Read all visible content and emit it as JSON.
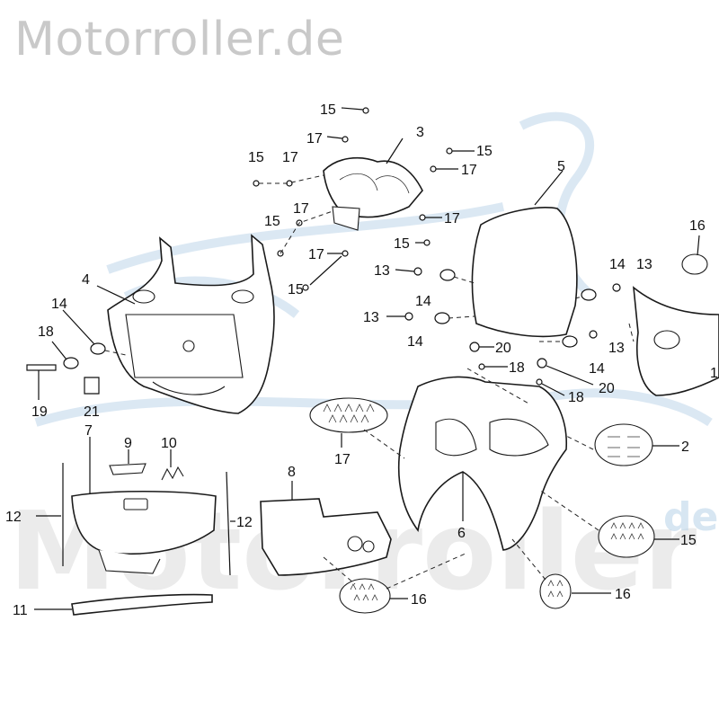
{
  "site_title": "Motorroller.de",
  "watermark_text": "Motorroller",
  "watermark_small": "de",
  "colors": {
    "title_gray": "#c9c9c9",
    "watermark_blue": "#bdd6ea",
    "line": "#1a1a1a"
  },
  "labels": {
    "l15a": "15",
    "l17a": "17",
    "l3": "3",
    "l15b": "15",
    "l17b": "17",
    "l15c": "15",
    "l17c": "17",
    "l17d": "17",
    "l15d": "15",
    "l17e": "17",
    "l15e": "15",
    "l17f": "17",
    "l15f": "15",
    "l5": "5",
    "l16a": "16",
    "l14a": "14",
    "l13a": "13",
    "l13b": "13",
    "l14b": "14",
    "l13c": "13",
    "l14c": "14",
    "l20a": "20",
    "l18a": "18",
    "l13d": "13",
    "l14d": "14",
    "l18b": "18",
    "l20b": "20",
    "l1": "1",
    "l4": "4",
    "l14e": "14",
    "l18c": "18",
    "l19": "19",
    "l21": "21",
    "l7": "7",
    "l9": "9",
    "l10": "10",
    "l17g": "17",
    "l2": "2",
    "l8": "8",
    "l6": "6",
    "l15g": "15",
    "l12a": "12",
    "l12b": "12",
    "l11": "11",
    "l16b": "16",
    "l16c": "16"
  }
}
